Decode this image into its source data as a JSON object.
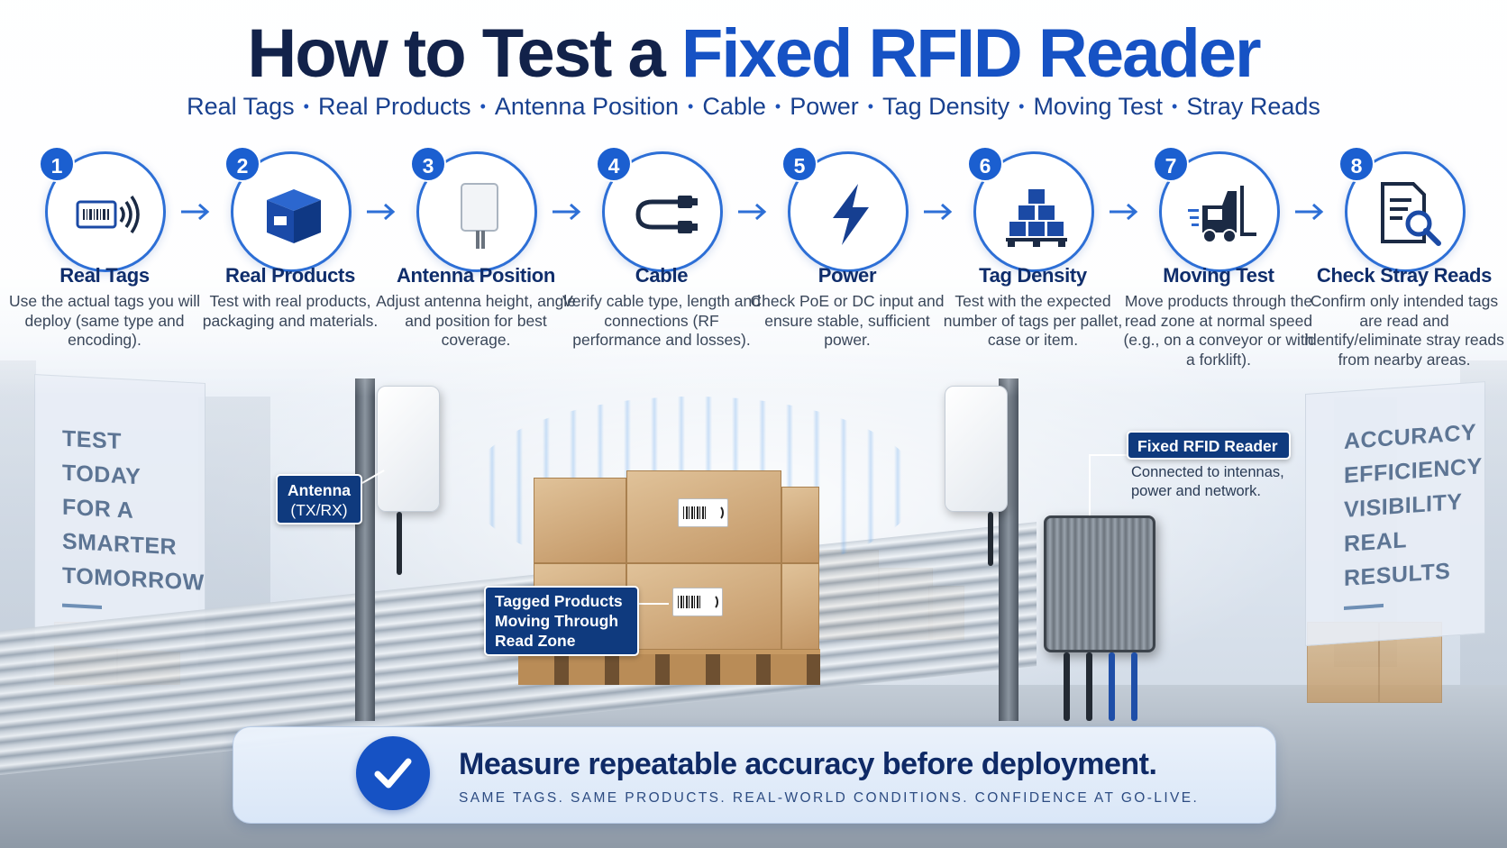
{
  "title": {
    "part1": "How to Test a ",
    "part2": "Fixed RFID Reader"
  },
  "subtitle": {
    "items": [
      "Real Tags",
      "Real Products",
      "Antenna Position",
      "Cable",
      "Power",
      "Tag Density",
      "Moving Test",
      "Stray Reads"
    ],
    "separator": "•"
  },
  "steps": [
    {
      "number": "1",
      "title": "Real Tags",
      "desc": "Use the actual tags you will deploy (same type and encoding).",
      "icon": "rfid-tag-icon"
    },
    {
      "number": "2",
      "title": "Real Products",
      "desc": "Test with real products, packaging and materials.",
      "icon": "box-icon"
    },
    {
      "number": "3",
      "title": "Antenna Position",
      "desc": "Adjust antenna height, angle and position for best coverage.",
      "icon": "antenna-icon"
    },
    {
      "number": "4",
      "title": "Cable",
      "desc": "Verify cable type, length and connections (RF performance and losses).",
      "icon": "cable-icon"
    },
    {
      "number": "5",
      "title": "Power",
      "desc": "Check PoE or DC input and ensure stable, sufficient power.",
      "icon": "lightning-icon"
    },
    {
      "number": "6",
      "title": "Tag Density",
      "desc": "Test with the expected number of tags per pallet, case or item.",
      "icon": "pallet-boxes-icon"
    },
    {
      "number": "7",
      "title": "Moving Test",
      "desc": "Move products through the read zone at normal speed (e.g., on a conveyor or with a forklift).",
      "icon": "forklift-icon"
    },
    {
      "number": "8",
      "title": "Check Stray Reads",
      "desc": "Confirm only intended tags are read and identify/eliminate stray reads from nearby areas.",
      "icon": "document-search-icon"
    }
  ],
  "scene": {
    "left_banner": [
      "TEST TODAY",
      "FOR A SMARTER",
      "TOMORROW"
    ],
    "right_banner": [
      "ACCURACY",
      "EFFICIENCY",
      "VISIBILITY",
      "REAL RESULTS"
    ],
    "antenna_callout": [
      "Antenna",
      "(TX/RX)"
    ],
    "products_callout": [
      "Tagged Products",
      "Moving Through",
      "Read Zone"
    ],
    "reader_callout": "Fixed RFID Reader",
    "reader_sub": [
      "Connected to intennas,",
      "power and network."
    ]
  },
  "bottom": {
    "main": "Measure repeatable accuracy before deployment.",
    "sub": "SAME TAGS. SAME PRODUCTS. REAL-WORLD CONDITIONS. CONFIDENCE AT GO-LIVE."
  },
  "colors": {
    "navy": "#12224a",
    "accent_blue": "#1652c4",
    "circle_border": "#2d6fd6",
    "callout_bg": "#0f3a7e"
  }
}
